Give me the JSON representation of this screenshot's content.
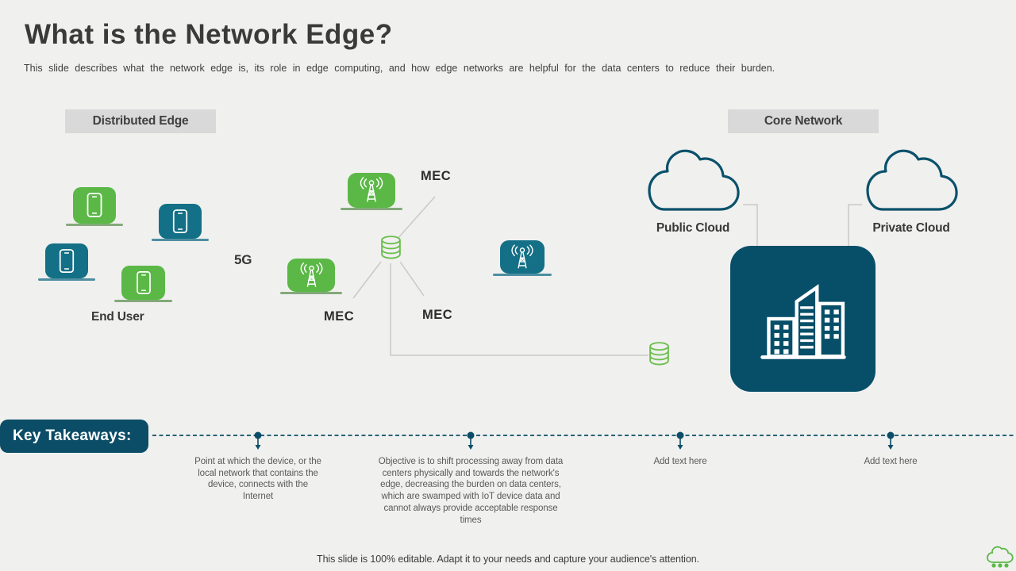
{
  "slide": {
    "title": "What is the Network Edge?",
    "subtitle": "This slide describes what the network edge is, its role in edge computing, and how edge networks are helpful for the data centers to reduce their burden.",
    "footer": "This slide is 100% editable. Adapt it to your needs and capture your audience's attention."
  },
  "sections": {
    "distributed_edge": "Distributed Edge",
    "core_network": "Core Network"
  },
  "labels": {
    "end_user": "End User",
    "five_g": "5G",
    "mec_top": "MEC",
    "mec_left": "MEC",
    "mec_center": "MEC",
    "public_cloud": "Public Cloud",
    "private_cloud": "Private Cloud"
  },
  "key_takeaways": {
    "heading": "Key Takeaways:",
    "items": [
      {
        "text": "Point at which the device, or the local network that contains the device, connects with the Internet"
      },
      {
        "text": "Objective is to shift processing away from data centers physically and towards the network's edge, decreasing the burden on data centers, which are swamped with IoT device data and cannot always provide acceptable response times"
      },
      {
        "text": "Add text here"
      },
      {
        "text": "Add text here"
      }
    ]
  },
  "icons": [
    "smartphone-icon",
    "radio-tower-icon",
    "database-icon",
    "cloud-icon",
    "city-buildings-icon",
    "timeline-marker-icon",
    "cloud-logo-icon"
  ],
  "colors": {
    "background": "#f0f0ef",
    "green": "#5bb847",
    "teal": "#137086",
    "dark_teal": "#074f68",
    "banner_teal": "#0b4d66",
    "db_green": "#6abf4c",
    "tag_gray": "#d9d9d9",
    "connector_gray": "#c9c9c7",
    "text_dark": "#3a3a3a",
    "text_gray": "#5a5a5a"
  }
}
